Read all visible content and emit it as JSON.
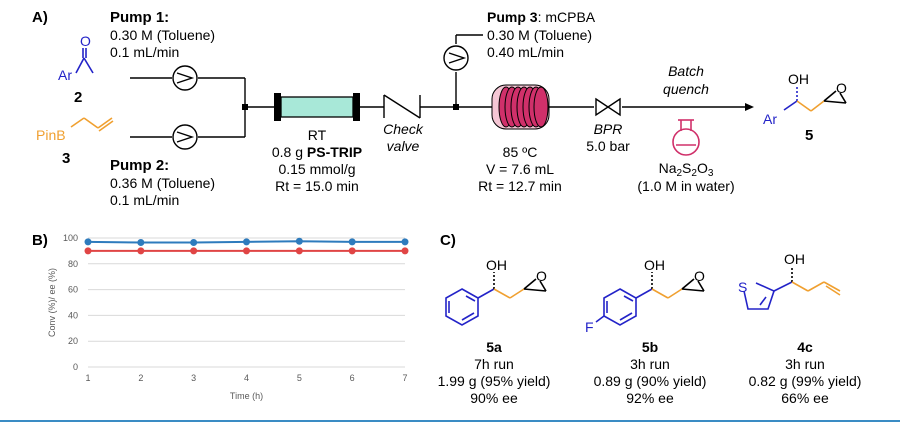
{
  "section_labels": {
    "a": "A)",
    "b": "B)",
    "c": "C)"
  },
  "reagent_2": {
    "number": "2",
    "ar": "Ar",
    "o": "O"
  },
  "reagent_3": {
    "number": "3",
    "pinb": "PinB"
  },
  "pump1": {
    "title": "Pump 1:",
    "conc": "0.30 M (Toluene)",
    "flow": "0.1 mL/min"
  },
  "pump2": {
    "title": "Pump 2:",
    "conc": "0.36 M (Toluene)",
    "flow": "0.1 mL/min"
  },
  "pump3": {
    "title": "Pump 3",
    "reagent": ": mCPBA",
    "conc": "0.30 M (Toluene)",
    "flow": "0.40 mL/min"
  },
  "column": {
    "temp": "RT",
    "amount_prefix": "0.8 g ",
    "catalyst": "PS-TRIP",
    "loading": "0.15 mmol/g",
    "rt": "Rt = 15.0 min"
  },
  "check_valve": {
    "line1": "Check",
    "line2": "valve"
  },
  "coil": {
    "temp": "85 ºC",
    "volume": "V = 7.6 mL",
    "rt": "Rt = 12.7 min"
  },
  "bpr": {
    "label": "BPR",
    "pressure": "5.0 bar"
  },
  "quench": {
    "line1": "Batch",
    "line2": "quench",
    "reagent_prefix": "Na",
    "reagent_sub1": "2",
    "reagent_mid": "S",
    "reagent_sub2": "2",
    "reagent_o": "O",
    "reagent_sub3": "3",
    "conc": "(1.0 M in water)"
  },
  "product_5": {
    "number": "5",
    "ar": "Ar",
    "oh": "OH",
    "o": "O"
  },
  "chart_data": {
    "type": "line",
    "x": [
      1,
      2,
      3,
      4,
      5,
      6,
      7
    ],
    "series": [
      {
        "values": [
          97,
          96.5,
          96.5,
          97,
          97.5,
          97,
          97
        ],
        "color": "#2e7bbd"
      },
      {
        "values": [
          90,
          90,
          90,
          90,
          90,
          90,
          90
        ],
        "color": "#e04545"
      }
    ],
    "xlabel": "Time (h)",
    "ylabel": "Conv (%)/ ee (%)",
    "ylim": [
      0,
      100
    ],
    "xlim": [
      1,
      7
    ],
    "yticks": [
      0,
      20,
      40,
      60,
      80,
      100
    ],
    "grid": true
  },
  "products": [
    {
      "id": "5a",
      "run": "7h run",
      "amount": "1.99 g (95% yield)",
      "ee": "90% ee",
      "oh": "OH",
      "o": "O"
    },
    {
      "id": "5b",
      "run": "3h run",
      "amount": "0.89 g (90% yield)",
      "ee": "92% ee",
      "oh": "OH",
      "o": "O",
      "f": "F"
    },
    {
      "id": "4c",
      "run": "3h run",
      "amount": "0.82 g (99% yield)",
      "ee": "66% ee",
      "oh": "OH",
      "s": "S"
    }
  ],
  "colors": {
    "blue": "#2323c8",
    "orange": "#f0a030",
    "column_fill": "#a8e8d8",
    "coil": "#d0306a",
    "flask": "#d0306a",
    "border": "#3a8cc4"
  }
}
